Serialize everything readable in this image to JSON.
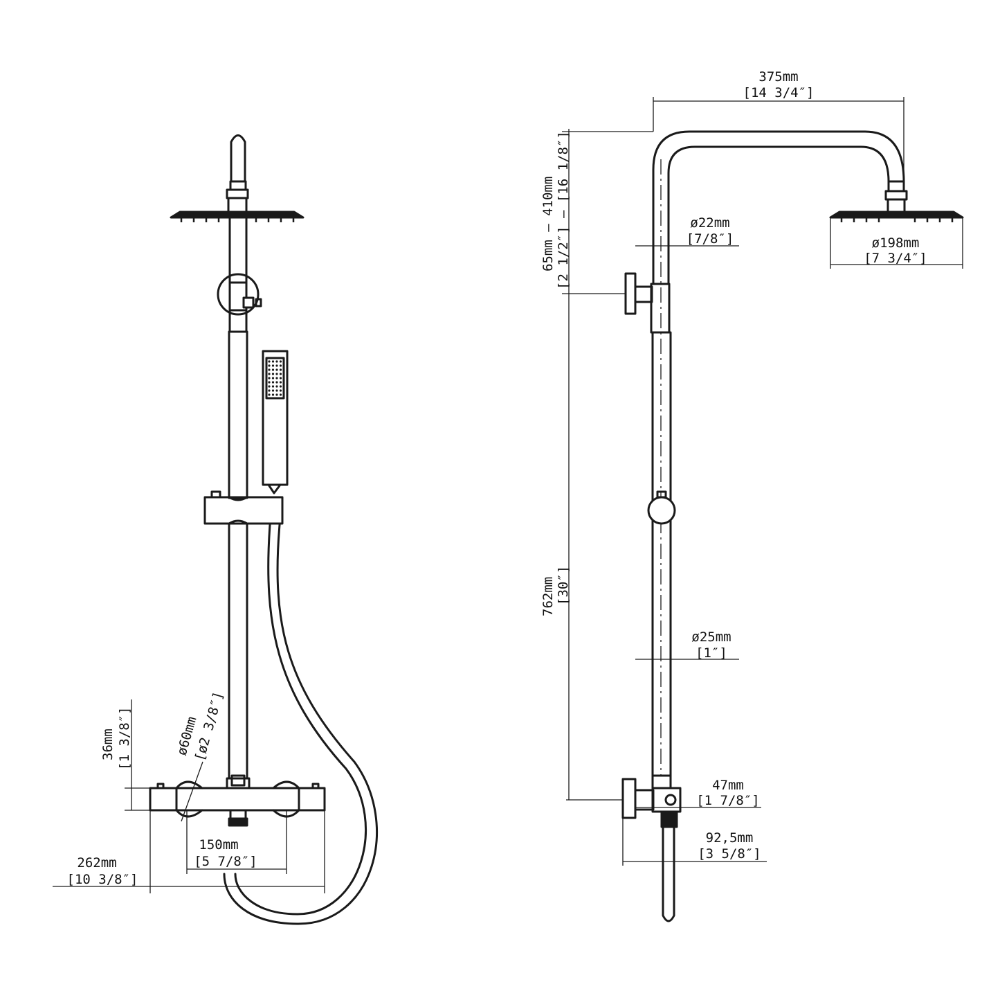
{
  "front_view": {
    "overall_width": {
      "mm": "262mm",
      "inch": "[10 3/8″]"
    },
    "inlet_spacing": {
      "mm": "150mm",
      "inch": "[5 7/8″]"
    },
    "valve_diameter": {
      "mm": "ø60mm",
      "inch": "[ø2 3/8″]"
    },
    "valve_height": {
      "mm": "36mm",
      "inch": "[1 3/8″]"
    }
  },
  "side_view": {
    "arm_reach": {
      "mm": "375mm",
      "inch": "[14 3/4″]"
    },
    "riser_adjust": {
      "mm": "65mm — 410mm",
      "inch": "[2 1/2″] — [16 1/8″]"
    },
    "upper_pipe_diameter": {
      "mm": "ø22mm",
      "inch": "[7/8″]"
    },
    "head_diameter": {
      "mm": "ø198mm",
      "inch": "[7 3/4″]"
    },
    "riser_height": {
      "mm": "762mm",
      "inch": "[30″]"
    },
    "lower_pipe_diameter": {
      "mm": "ø25mm",
      "inch": "[1″]"
    },
    "outlet_offset": {
      "mm": "47mm",
      "inch": "[1 7/8″]"
    },
    "wall_projection": {
      "mm": "92,5mm",
      "inch": "[3 5/8″]"
    }
  }
}
